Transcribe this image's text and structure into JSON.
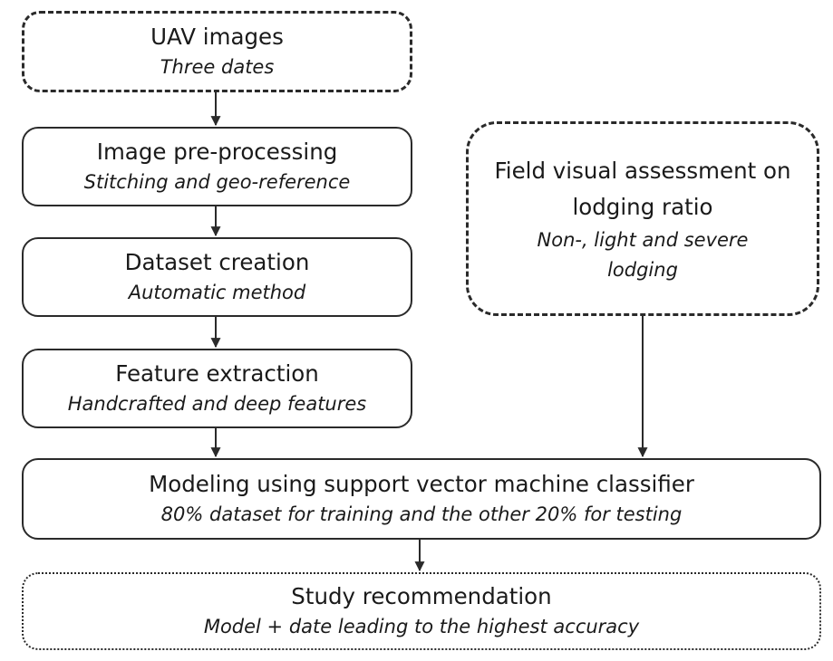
{
  "nodes": {
    "uav": {
      "title": "UAV images",
      "subtitle": "Three dates"
    },
    "preprocessing": {
      "title": "Image pre-processing",
      "subtitle": "Stitching and geo-reference"
    },
    "dataset": {
      "title": "Dataset creation",
      "subtitle": "Automatic method"
    },
    "feature": {
      "title": "Feature extraction",
      "subtitle": "Handcrafted and deep features"
    },
    "field": {
      "title": "Field visual assessment on lodging ratio",
      "subtitle": "Non-, light and severe lodging"
    },
    "modeling": {
      "title": "Modeling using support vector machine classifier",
      "subtitle": "80% dataset for training and the other 20% for testing"
    },
    "study": {
      "title": "Study recommendation",
      "subtitle": "Model + date leading to the highest accuracy"
    }
  },
  "edges": [
    {
      "from": "uav",
      "to": "preprocessing"
    },
    {
      "from": "preprocessing",
      "to": "dataset"
    },
    {
      "from": "dataset",
      "to": "feature"
    },
    {
      "from": "feature",
      "to": "modeling"
    },
    {
      "from": "field",
      "to": "modeling"
    },
    {
      "from": "modeling",
      "to": "study"
    }
  ],
  "colors": {
    "line": "#2a2a2a",
    "background": "#ffffff",
    "text": "#1a1a1a"
  }
}
